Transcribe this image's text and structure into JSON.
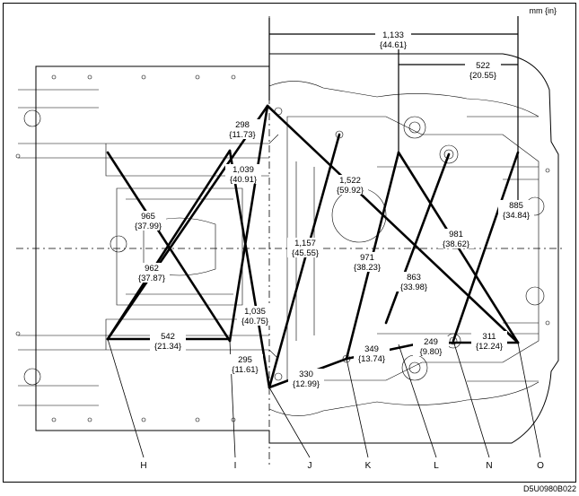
{
  "units_label": "mm {in}",
  "image_code": "D5U0980B022",
  "dimensions": [
    {
      "id": "d1133",
      "mm": "1,133",
      "in": "{44.61}"
    },
    {
      "id": "d522",
      "mm": "522",
      "in": "{20.55}"
    },
    {
      "id": "d298",
      "mm": "298",
      "in": "{11.73}"
    },
    {
      "id": "d1039",
      "mm": "1,039",
      "in": "{40.91}"
    },
    {
      "id": "d1522",
      "mm": "1,522",
      "in": "{59.92}"
    },
    {
      "id": "d885",
      "mm": "885",
      "in": "{34.84}"
    },
    {
      "id": "d965",
      "mm": "965",
      "in": "{37.99}"
    },
    {
      "id": "d1157",
      "mm": "1,157",
      "in": "{45.55}"
    },
    {
      "id": "d981",
      "mm": "981",
      "in": "{38.62}"
    },
    {
      "id": "d971",
      "mm": "971",
      "in": "{38.23}"
    },
    {
      "id": "d962",
      "mm": "962",
      "in": "{37.87}"
    },
    {
      "id": "d863",
      "mm": "863",
      "in": "{33.98}"
    },
    {
      "id": "d1035",
      "mm": "1,035",
      "in": "{40.75}"
    },
    {
      "id": "d542",
      "mm": "542",
      "in": "{21.34}"
    },
    {
      "id": "d311",
      "mm": "311",
      "in": "{12.24}"
    },
    {
      "id": "d249",
      "mm": "249",
      "in": "{9.80}"
    },
    {
      "id": "d349",
      "mm": "349",
      "in": "{13.74}"
    },
    {
      "id": "d295",
      "mm": "295",
      "in": "{11.61}"
    },
    {
      "id": "d330",
      "mm": "330",
      "in": "{12.99}"
    }
  ],
  "points": [
    "H",
    "I",
    "J",
    "K",
    "L",
    "N",
    "O"
  ]
}
